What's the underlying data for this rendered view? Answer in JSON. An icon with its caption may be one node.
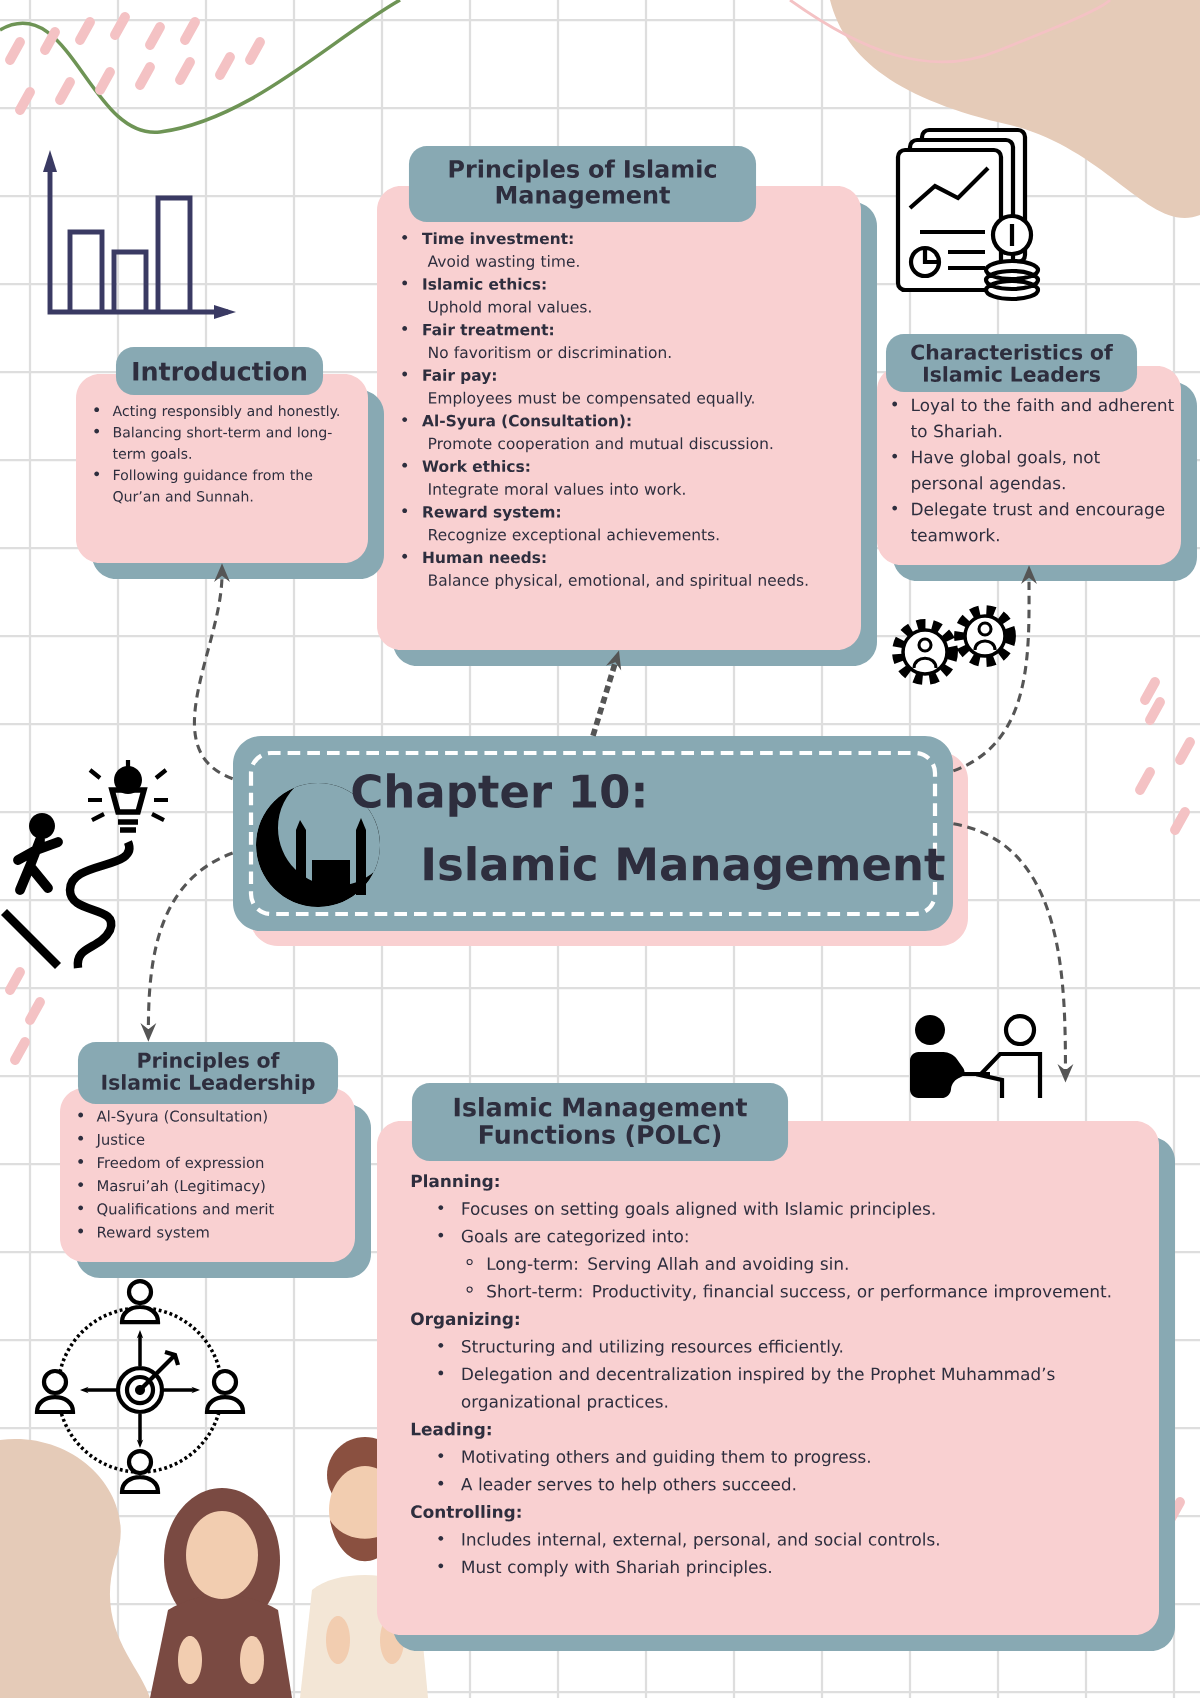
{
  "diagram": {
    "nodes": [
      {
        "text": [
          "Chapter 10:",
          "Islamic Management"
        ]
      },
      {
        "text": [
          "Principles of Islamic Management",
          "Time investment:",
          "Avoid wasting time.",
          "Islamic ethics:",
          "Uphold moral values.",
          "Fair treatment:",
          "No favoritism or discrimination.",
          "Fair pay:",
          "Employees must be compensated equally.",
          "Al-Syura (Consultation):",
          "Promote cooperation and mutual discussion.",
          "Work ethics:",
          "Integrate moral values into work.",
          "Reward system:",
          "Recognize exceptional achievements.",
          "Human needs:",
          "Balance physical, emotional, and spiritual needs."
        ]
      },
      {
        "text": [
          "Introduction",
          "Acting responsibly and honestly.",
          "Balancing short-term and long-term goals.",
          "Following guidance from the Qur’an and Sunnah."
        ]
      },
      {
        "text": [
          "Characteristics of Islamic Leaders",
          "Loyal to the faith and adherent to Shariah.",
          "Have global goals, not personal agendas.",
          "Delegate trust and encourage teamwork."
        ]
      },
      {
        "text": [
          "Principles of Islamic Leadership",
          "Al-Syura (Consultation)",
          "Justice",
          "Freedom of expression",
          "Masrui’ah (Legitimacy)",
          "Qualifications and merit",
          "Reward system"
        ]
      },
      {
        "text": [
          "Islamic Management Functions (POLC)",
          "Planning:",
          "Focuses on setting goals aligned with Islamic principles.",
          "Goals are categorized into:",
          "Long-term: Serving Allah and avoiding sin.",
          "Short-term: Productivity, financial success, or performance improvement.",
          "Organizing:",
          "Structuring and utilizing resources efficiently.",
          "Delegation and decentralization inspired by the Prophet Muhammad’s organizational practices.",
          "Leading:",
          "Motivating others and guiding them to progress.",
          "A leader serves to help others succeed.",
          "Controlling:",
          "Includes internal, external, personal, and social controls.",
          "Must comply with Shariah principles."
        ]
      }
    ],
    "edges": [
      {
        "from": 0,
        "to": 1,
        "arrow": "to",
        "style": "dashed"
      },
      {
        "from": 0,
        "to": 2,
        "arrow": "to",
        "style": "dashed"
      },
      {
        "from": 0,
        "to": 3,
        "arrow": "to",
        "style": "dashed"
      },
      {
        "from": 0,
        "to": 4,
        "arrow": "to",
        "style": "dashed"
      },
      {
        "from": 0,
        "to": 5,
        "arrow": "to",
        "style": "dashed"
      }
    ]
  }
}
